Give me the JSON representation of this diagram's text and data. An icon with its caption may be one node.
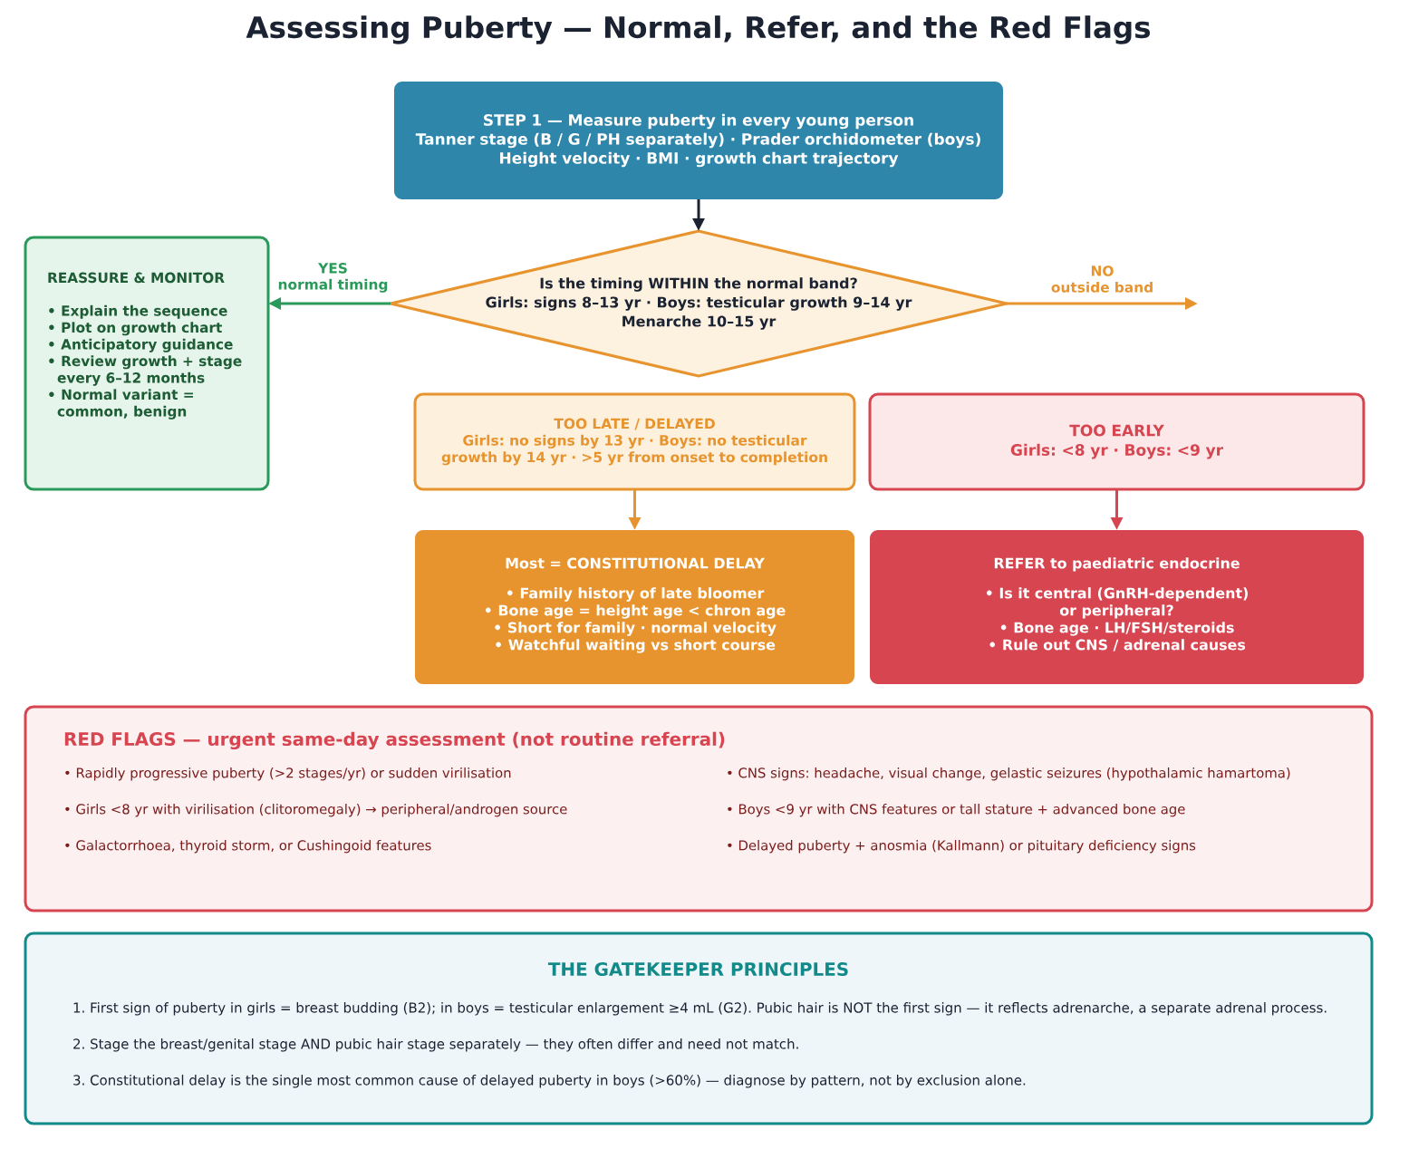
{
  "diagram": {
    "title": "Assessing Puberty — Normal, Refer, and the Red Flags",
    "nodes": [
      {
        "text": [
          "STEP 1 — Measure puberty in every young person",
          "Tanner stage (B / G / PH separately) · Prader orchidometer (boys)",
          "Height velocity · BMI · growth chart trajectory"
        ]
      },
      {
        "text": [
          "Is the timing WITHIN the normal band?",
          "Girls: signs 8–13 yr · Boys: testicular growth 9–14 yr",
          "Menarche 10–15 yr"
        ]
      },
      {
        "text": [
          "REASSURE & MONITOR",
          "• Explain the sequence",
          "• Plot on growth chart",
          "• Anticipatory guidance",
          "• Review growth + stage every 6–12 months",
          "• Normal variant = common, benign"
        ]
      },
      {
        "text": [
          "TOO LATE / DELAYED",
          "Girls: no signs by 13 yr · Boys: no testicular growth by 14 yr · >5 yr from onset to completion"
        ]
      },
      {
        "text": [
          "TOO EARLY",
          "Girls: <8 yr · Boys: <9 yr"
        ]
      },
      {
        "text": [
          "Most = CONSTITUTIONAL DELAY",
          "• Family history of late bloomer",
          "• Bone age = height age < chron age",
          "• Short for family · normal velocity",
          "• Watchful waiting vs short course"
        ]
      },
      {
        "text": [
          "REFER to paediatric endocrine",
          "• Is it central (GnRH-dependent) or peripheral?",
          "• Bone age · LH/FSH/steroids",
          "• Rule out CNS / adrenal causes"
        ]
      },
      {
        "text": [
          "RED FLAGS — urgent same-day assessment (not routine referral)",
          "• Rapidly progressive puberty (>2 stages/yr) or sudden virilisation",
          "• Girls <8 yr with virilisation (clitoromegaly) → peripheral/androgen source",
          "• Galactorrhoea, thyroid storm, or Cushingoid features",
          "• CNS signs: headache, visual change, gelastic seizures (hypothalamic hamartoma)",
          "• Boys <9 yr with CNS features or tall stature + advanced bone age",
          "• Delayed puberty + anosmia (Kallmann) or pituitary deficiency signs"
        ]
      },
      {
        "text": [
          "THE GATEKEEPER PRINCIPLES",
          "1. First sign of puberty in girls = breast budding (B2); in boys = testicular enlargement ≥4 mL (G2). Pubic hair is NOT the first sign — it reflects adrenarche, a separate adrenal process.",
          "2. Stage the breast/genital stage AND pubic hair stage separately — they often differ and need not match.",
          "3. Constitutional delay is the single most common cause of delayed puberty in boys (>60%) — diagnose by pattern, not by exclusion alone."
        ]
      }
    ],
    "edges": [
      {
        "from": 0,
        "to": 1,
        "arrow": "to",
        "color": "#1b2333"
      },
      {
        "from": 1,
        "to": 2,
        "arrow": "to",
        "label": "YES normal timing",
        "color": "#2a9a5a"
      },
      {
        "from": 1,
        "to": null,
        "arrow": "to",
        "label": "NO outside band"
      },
      {
        "from": 3,
        "to": 5,
        "arrow": "to"
      },
      {
        "from": 4,
        "to": 6,
        "arrow": "to",
        "color": "#d64550"
      }
    ]
  }
}
